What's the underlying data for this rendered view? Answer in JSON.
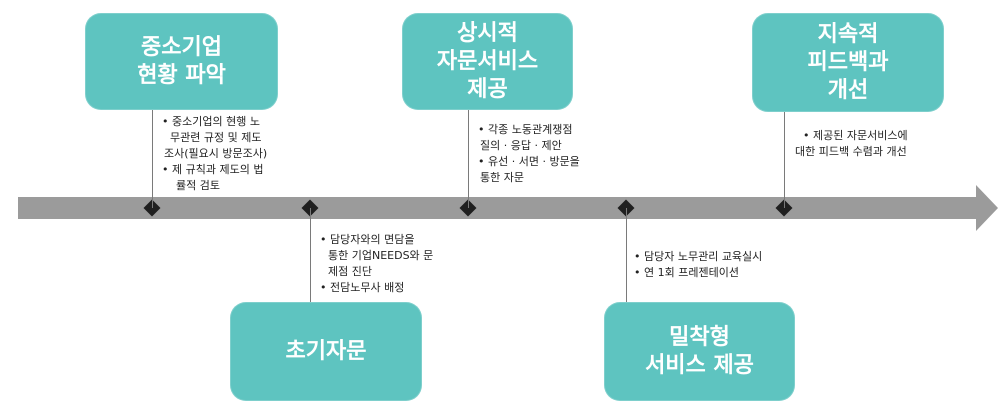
{
  "stages": [
    {
      "title_lines": [
        "중소기업",
        "현황 파악"
      ],
      "notes": [
        "• 중소기업의 현행 노",
        "무관련 규정 및 제도",
        "조사(필요시 방문조사)",
        "• 제 규칙과 제도의 법",
        "률적 검토"
      ]
    },
    {
      "title_lines": [
        "초기자문"
      ],
      "notes": [
        "• 담당자와의 면담을",
        "통한 기업NEEDS와 문",
        "제점 진단",
        "• 전담노무사 배정"
      ]
    },
    {
      "title_lines": [
        "상시적",
        "자문서비스",
        "제공"
      ],
      "notes": [
        "• 각종 노동관계쟁점",
        "질의 · 응답 · 제안",
        "• 유선 · 서면 · 방문을",
        "통한 자문"
      ]
    },
    {
      "title_lines": [
        "밀착형",
        "서비스 제공"
      ],
      "notes": [
        "• 담당자 노무관리 교육실시",
        "• 연 1회 프레젠테이션"
      ]
    },
    {
      "title_lines": [
        "지속적",
        "피드백과",
        "개선"
      ],
      "notes": [
        "• 제공된 자문서비스에",
        "대한 피드백 수렴과 개선"
      ]
    }
  ],
  "colors": {
    "box_fill": "#5ec4c0",
    "axis": "#9b9b9b",
    "marker": "#1f1f1f",
    "connector": "#7a7a7a"
  }
}
